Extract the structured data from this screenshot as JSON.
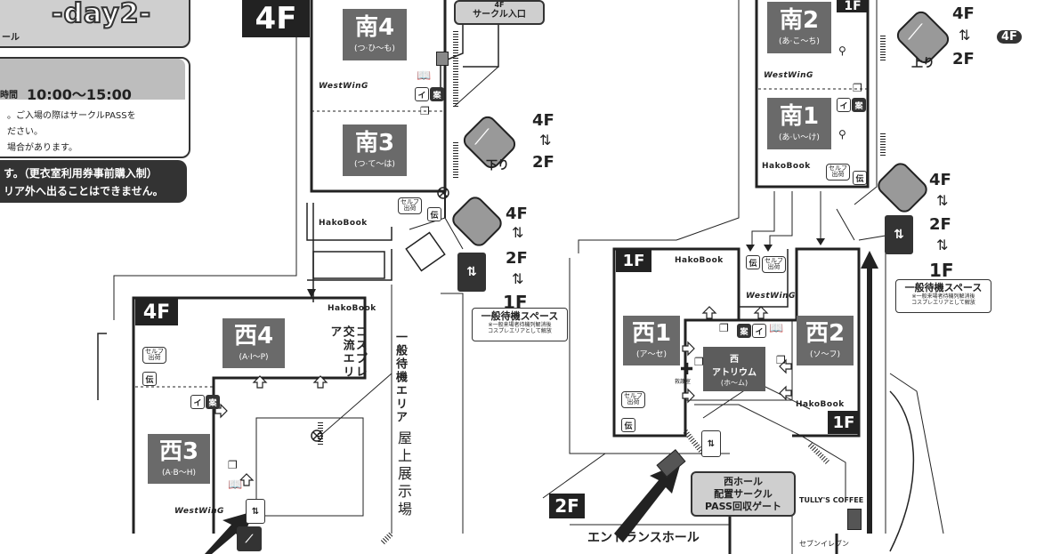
{
  "info": {
    "day_label": "-day2-",
    "sub_label": "ール",
    "hours_label": "時間",
    "hours": "10:00〜15:00",
    "lines": [
      "。ご入場の際はサークルPASSを",
      "ださい。",
      "場合があります。"
    ],
    "notice": [
      "す。（更衣室利用券事前購入制）",
      "リア外へ出ることはできません。"
    ]
  },
  "floors": {
    "f4_top": "4F",
    "f4_west": "4F",
    "f1_a": "1F",
    "f1_b": "1F",
    "f1_south": "1F",
    "f2": "2F"
  },
  "zones": {
    "minami4": {
      "name": "南4",
      "range": "(つ·ひ〜も)"
    },
    "minami3": {
      "name": "南3",
      "range": "(つ·て〜は)"
    },
    "minami2": {
      "name": "南2",
      "range": "(あ·こ〜ち)"
    },
    "minami1": {
      "name": "南1",
      "range": "(あ·い〜け)"
    },
    "nishi4": {
      "name": "西4",
      "range": "(A·I〜P)"
    },
    "nishi3": {
      "name": "西3",
      "range": "(A·B〜H)"
    },
    "nishi1": {
      "name": "西1",
      "range": "(ア〜セ)"
    },
    "nishi2": {
      "name": "西2",
      "range": "(ソ〜フ)"
    }
  },
  "labels": {
    "circle_entrance_top": "4F",
    "circle_entrance": "サークル入口",
    "cosplay_area": "コスプレ交流エリア",
    "general_wait_area": "一般待機エリア",
    "rooftop": "屋上展示場",
    "atrium_title": "西",
    "atrium_name": "アトリウム",
    "atrium_range": "(ホ〜ム)",
    "first_aid": "救護室",
    "entrance_hall": "エントランスホール",
    "tullys": "TULLY'S COFFEE",
    "seven": "セブンイレブン",
    "west_gate": [
      "西ホール",
      "配置サークル",
      "PASS回収ゲート"
    ],
    "down": "下り",
    "up": "上り",
    "standby": "一般待機スペース",
    "standby_note": [
      "※一般来場者待機列解消後",
      "コスプレエリアとして解放"
    ],
    "self_ship": [
      "セルフ",
      "出荷"
    ],
    "den": "伝",
    "i": "イ",
    "an": "案",
    "brand_westwing": "WestWinG",
    "brand_hako": "HakoBook",
    "badge_4f": "4F"
  },
  "arrows_floors": {
    "a4f": "4F",
    "a2f": "2F",
    "b4f": "4F",
    "b2f": "2F",
    "b1f": "1F",
    "c4f": "4F",
    "c2f": "2F",
    "d4f": "4F",
    "d2f": "2F",
    "d1f": "1F"
  }
}
